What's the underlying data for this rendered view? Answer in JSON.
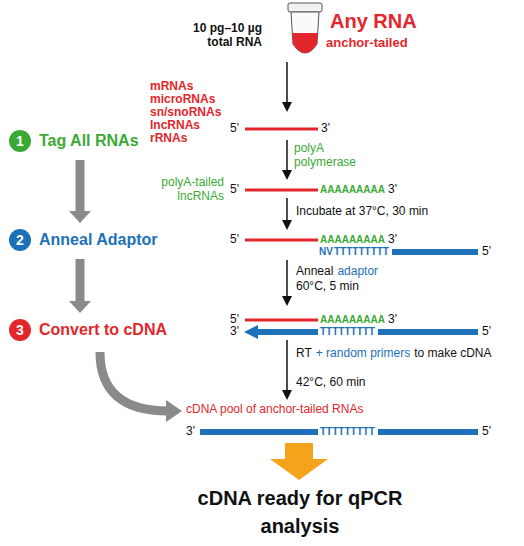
{
  "diagram": {
    "nodes": [
      {
        "text": [
          "1",
          "Tag All RNAs"
        ]
      },
      {
        "text": [
          "2",
          "Anneal Adaptor"
        ]
      },
      {
        "text": [
          "3",
          "Convert to cDNA"
        ]
      }
    ],
    "edges": [
      {
        "from": 0,
        "to": 1,
        "arrow": "to"
      },
      {
        "from": 1,
        "to": 2,
        "arrow": "to"
      }
    ],
    "labels": [
      "10 pg–10 µg total RNA",
      "Any RNA",
      "anchor-tailed",
      "mRNAs",
      "microRNAs",
      "sn/snoRNAs",
      "lncRNAs",
      "rRNAs",
      "5'",
      "3'",
      "polyA polymerase",
      "polyA-tailed lncRNAs",
      "5'",
      "AAAAAAAAA",
      "3'",
      "Incubate at 37°C, 30 min",
      "5'",
      "AAAAAAAAA",
      "3'",
      "NV",
      "TTTTTTTTT",
      "5'",
      "Anneal",
      "adaptor",
      "60°C, 5 min",
      "5'",
      "AAAAAAAAA",
      "3'",
      "3'",
      "TTTTTTTTT",
      "5'",
      "RT",
      "+ random primers",
      "to make cDNA",
      "42°C, 60 min",
      "cDNA pool of anchor-tailed RNAs",
      "3'",
      "TTTTTTTTT",
      "5'",
      "cDNA ready for qPCR analysis"
    ]
  }
}
